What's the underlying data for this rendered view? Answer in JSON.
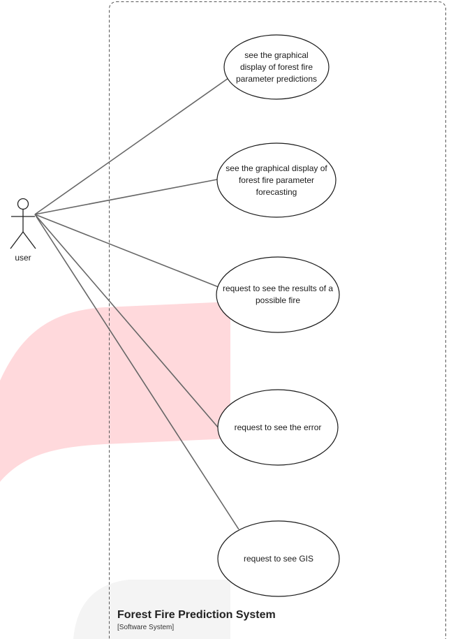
{
  "diagram": {
    "actor": {
      "label": "user"
    },
    "use_cases": [
      {
        "label": "see the graphical display of forest fire parameter predictions"
      },
      {
        "label": "see the graphical display of forest fire parameter forecasting"
      },
      {
        "label": "request to see the results of a possible fire"
      },
      {
        "label": "request to see the error"
      },
      {
        "label": "request to see GIS"
      }
    ],
    "system": {
      "title": "Forest Fire Prediction System",
      "subtitle": "[Software System]"
    }
  },
  "colors": {
    "line": "#666666",
    "boundary": "#555555",
    "highlight": "#ffd9dc",
    "ghost": "#f4f4f4"
  }
}
